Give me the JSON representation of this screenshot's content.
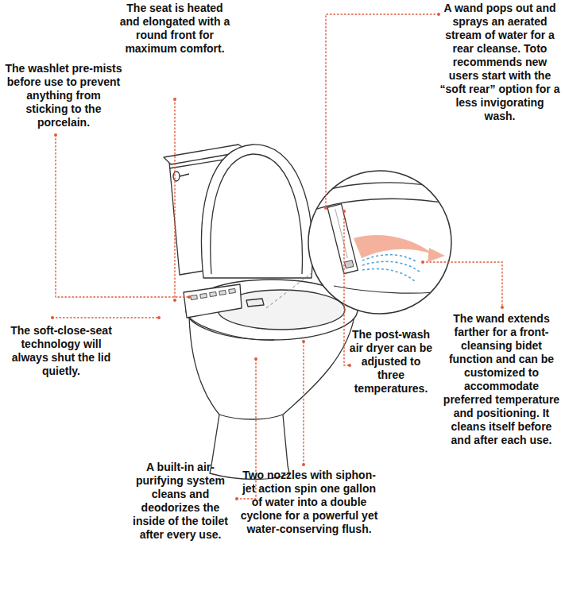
{
  "diagram": {
    "labels": [
      "The seat is heated and elongated with a round front for maximum comfort.",
      "A wand pops out and sprays an aerated stream of water for a rear cleanse. Toto recommends new users start with the “soft rear” option for a less invigorating wash.",
      "The washlet pre-mists before use to prevent anything from sticking to the porcelain.",
      "The wand extends farther for a front-cleansing bidet function and can be customized to accommodate preferred temperature and positioning. It cleans itself before and after each use.",
      "The post-wash air dryer can be adjusted to three temperatures.",
      "The soft-close-seat technology will always shut the lid quietly.",
      "A built-in air-purifying system cleans and deodorizes the inside of the toilet after every use.",
      "Two nozzles with siphon-jet action spin one gallon of water into a double cyclone for a powerful yet water-conserving flush."
    ]
  }
}
